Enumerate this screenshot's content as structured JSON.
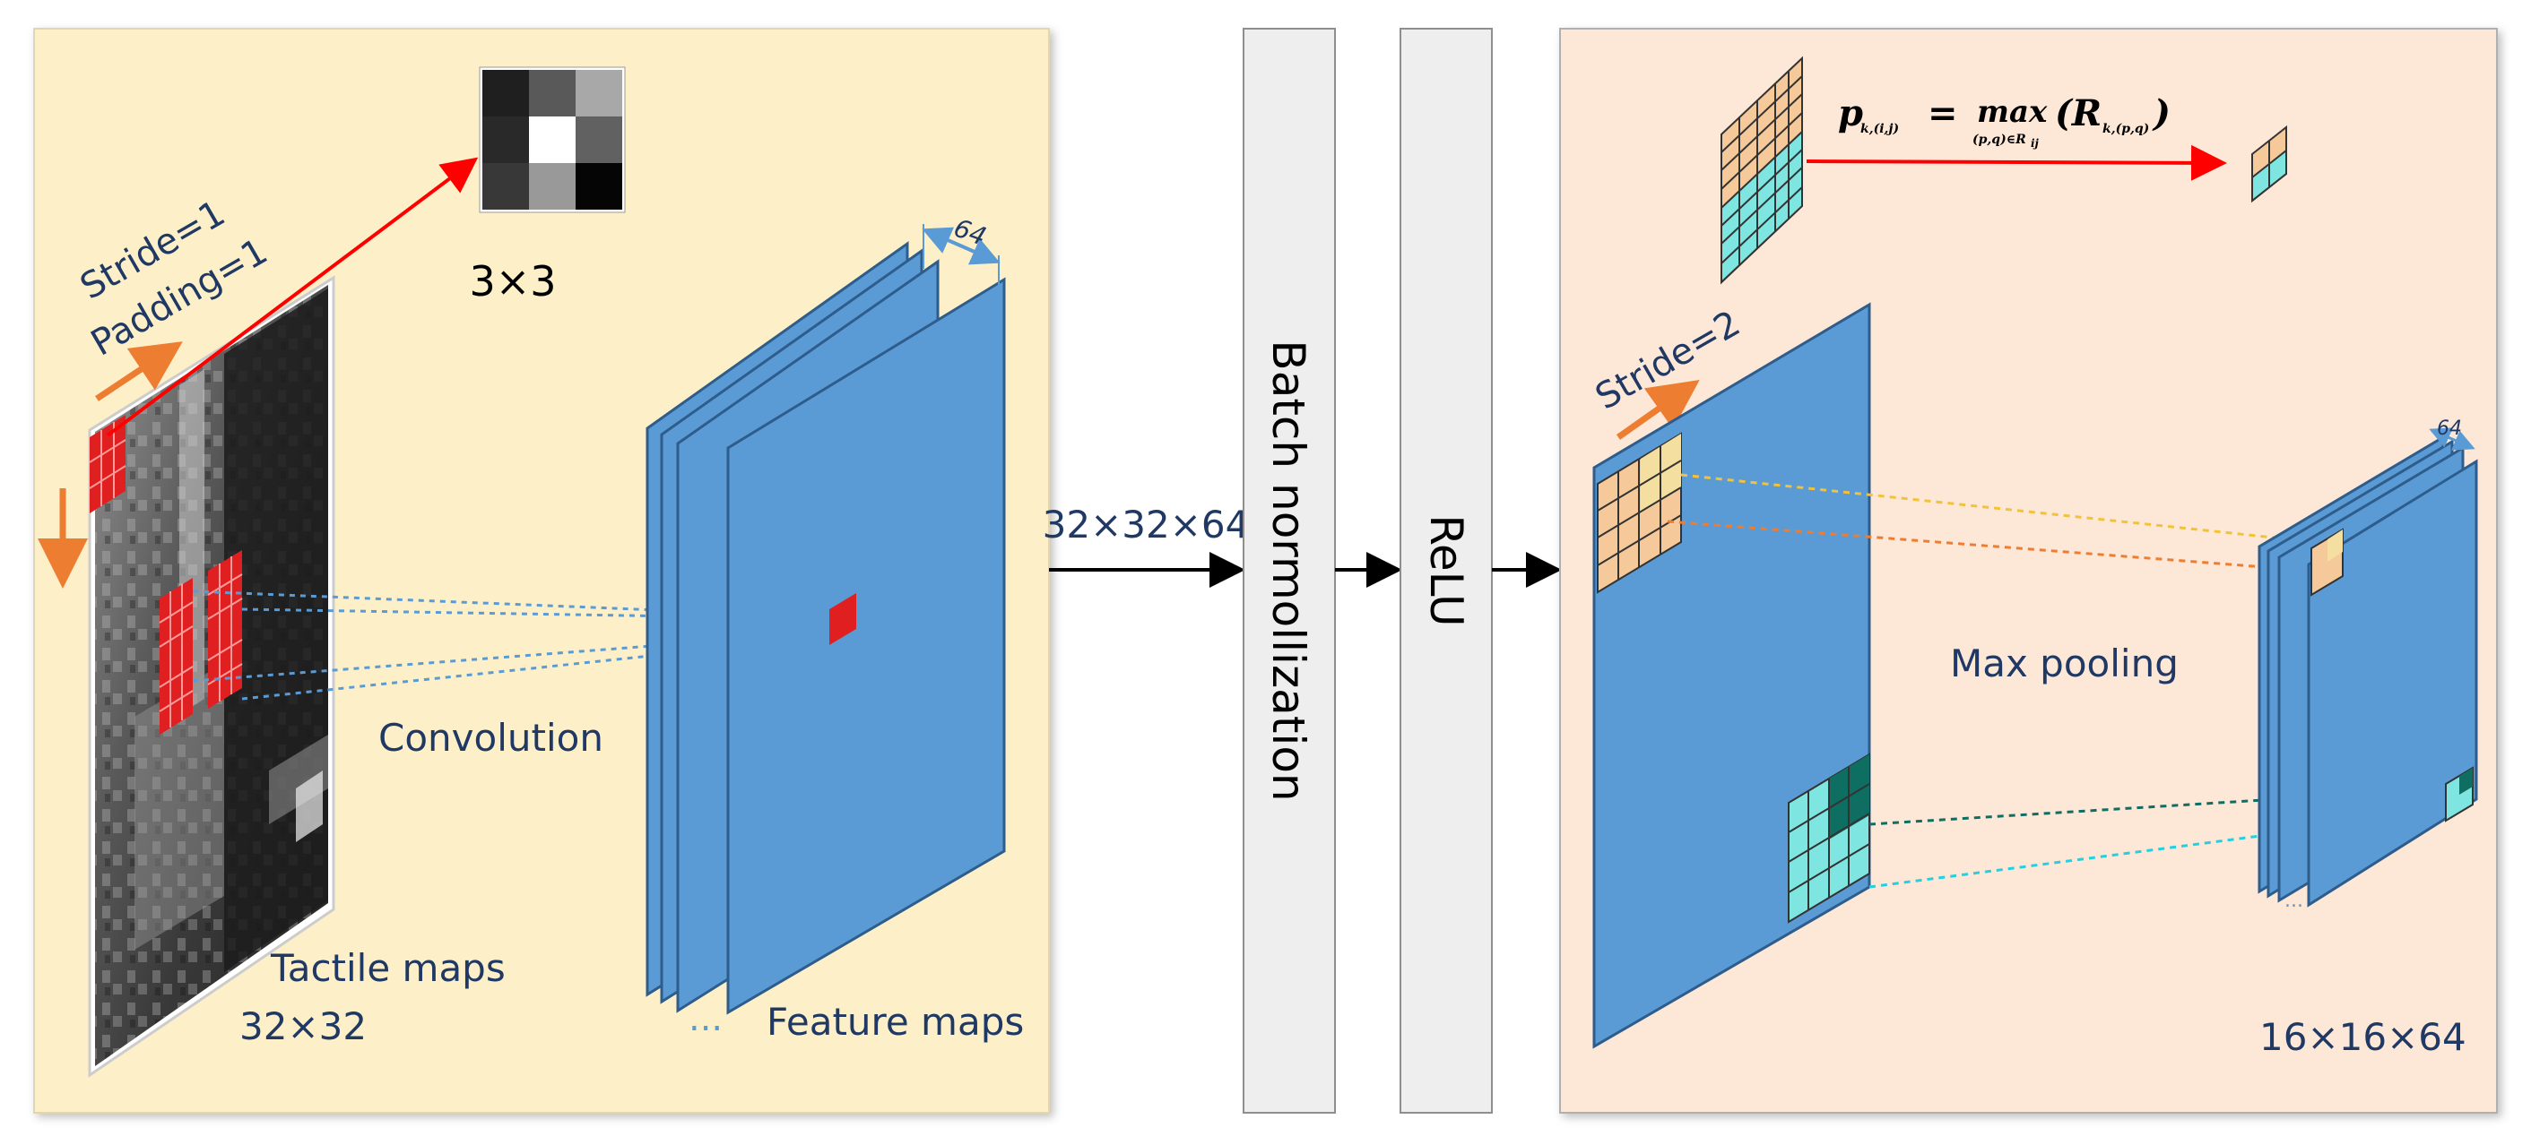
{
  "left_panel": {
    "stride": "Stride=1",
    "padding": "Padding=1",
    "kernel_size": "3×3",
    "kernel_depth": "64",
    "convolution": "Convolution",
    "tactile_maps": "Tactile maps",
    "tactile_size": "32×32",
    "feature_maps": "Feature maps",
    "feature_dots": "...",
    "kernel_values": [
      [
        0.12,
        0.35,
        0.66
      ],
      [
        0.16,
        1.0,
        0.38
      ],
      [
        0.22,
        0.6,
        0.02
      ]
    ]
  },
  "middle": {
    "output_size": "32×32×64",
    "batch_norm": "Batch normollization",
    "relu": "ReLU"
  },
  "right_panel": {
    "formula": {
      "lhs": "p",
      "lhs_sub": "k,(i,j)",
      "eq": "=",
      "op": "max",
      "op_sub": "(p,q)∈R",
      "op_sub2": "ij",
      "arg": "(R",
      "arg_sub": "k,(p,q)",
      "arg_end": ")"
    },
    "stride": "Stride=2",
    "max_pooling": "Max pooling",
    "pool_depth": "64",
    "pool_dots": "...",
    "output_size": "16×16×64"
  },
  "colors": {
    "left_bg": "#fdf0c8",
    "right_bg": "#fde8d8",
    "map_blue": "#5b9bd5",
    "map_edge": "#2e5d8c",
    "label_navy": "#1f3864",
    "arrow_red": "#ff0000",
    "arrow_orange": "#ed7d31",
    "kernel_red": "#e02020",
    "peach": "#f5c99a",
    "teal": "#7fe5e0",
    "dark_teal": "#0f6e62"
  }
}
